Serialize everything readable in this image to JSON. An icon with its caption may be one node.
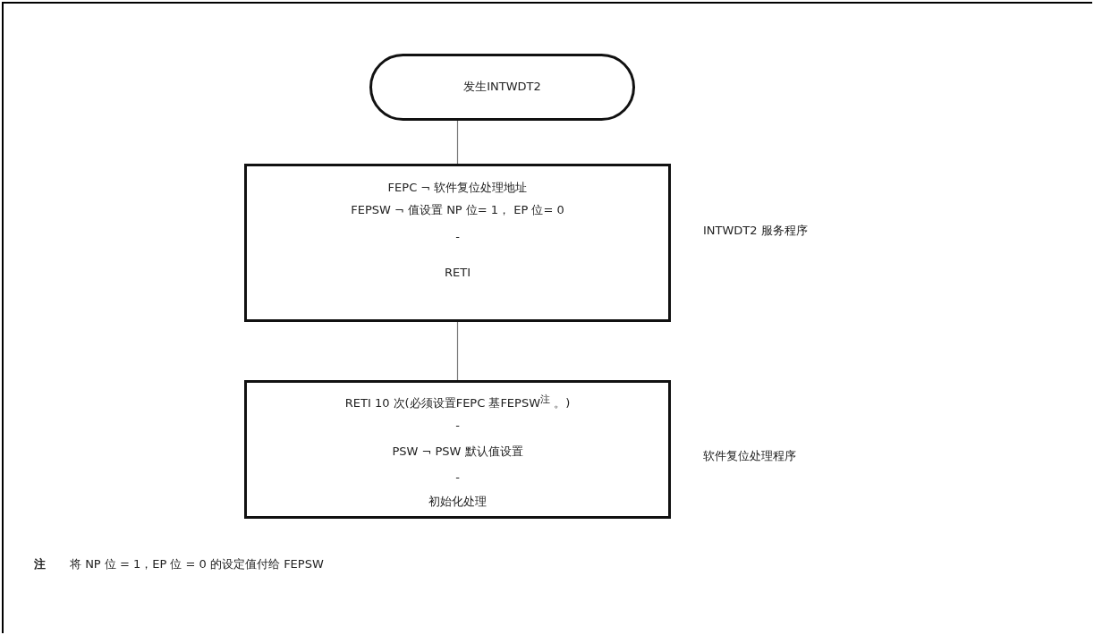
{
  "diagram": {
    "nodes": [
      {
        "text": [
          "发生INTWDT2"
        ]
      },
      {
        "text": [
          "FEPC ¬ 软件复位处理地址",
          "FEPSW ¬ 值设置 NP 位= 1， EP 位= 0",
          "-",
          "RETI"
        ],
        "beside": [
          "INTWDT2 服务程序"
        ]
      },
      {
        "text": [
          "RETI 10 次(必须设置FEPC 基FEPSW$^{注}$ 。)",
          "-",
          "PSW ¬ PSW 默认值设置",
          "-",
          "初始化处理"
        ],
        "beside": [
          "软件复位处理程序"
        ]
      }
    ],
    "edges": [
      {
        "from": 0,
        "to": 1,
        "arrow": "none"
      },
      {
        "from": 1,
        "to": 2,
        "arrow": "none"
      }
    ],
    "labels": [
      "注",
      "将 NP 位 = 1，EP 位 = 0 的设定值付给 FEPSW"
    ]
  }
}
